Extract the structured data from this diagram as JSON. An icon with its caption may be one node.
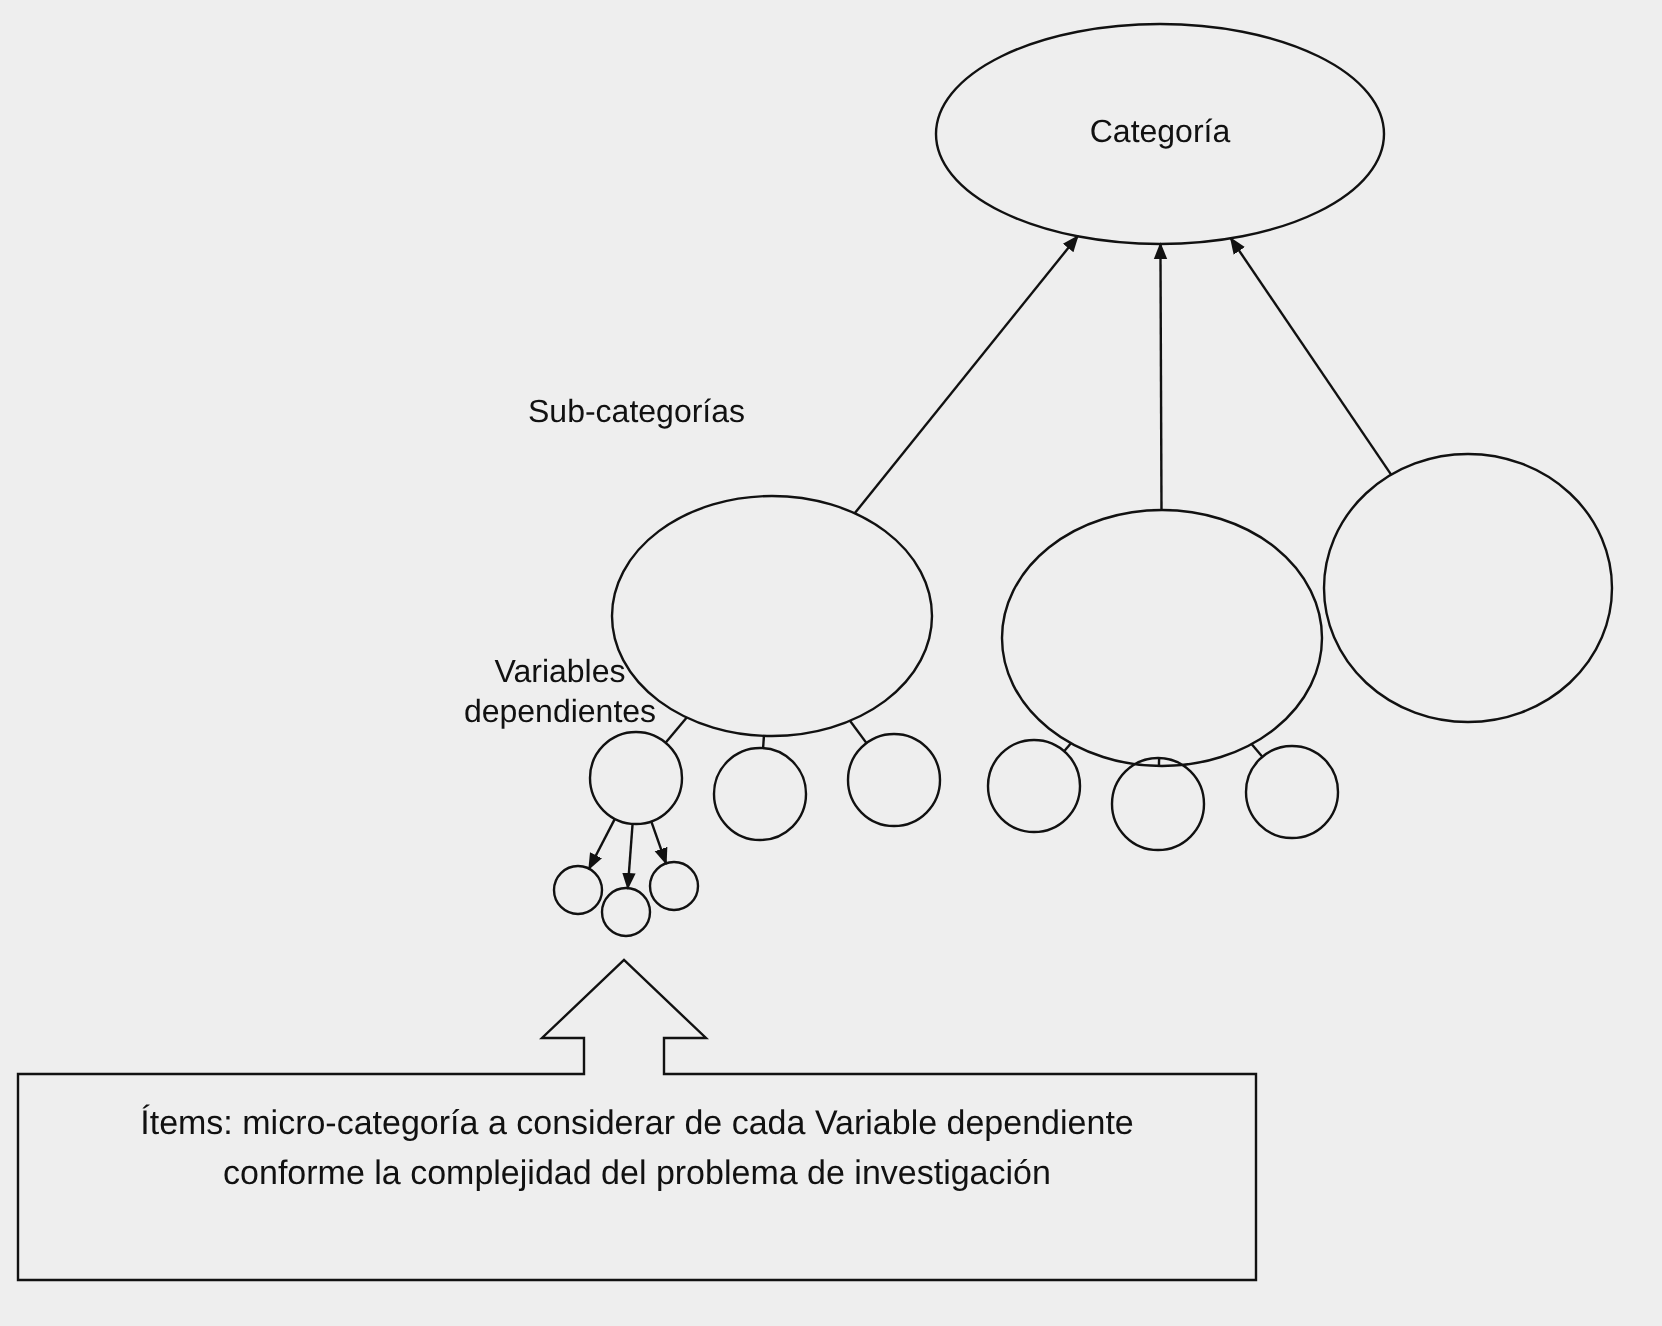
{
  "diagram": {
    "nodes": [
      {
        "text": [
          "Categoría"
        ]
      },
      {
        "text": [],
        "shape": "circle"
      },
      {
        "text": [],
        "shape": "circle"
      },
      {
        "text": [],
        "shape": "circle"
      },
      {
        "text": [],
        "shape": "circle"
      },
      {
        "text": [],
        "shape": "circle"
      },
      {
        "text": [],
        "shape": "circle"
      },
      {
        "text": [],
        "shape": "circle"
      },
      {
        "text": [],
        "shape": "circle"
      },
      {
        "text": [],
        "shape": "circle"
      },
      {
        "text": [],
        "shape": "circle"
      },
      {
        "text": [],
        "shape": "circle"
      },
      {
        "text": [],
        "shape": "circle"
      },
      {
        "text": [
          "Ítems: micro-categoría a considerar de cada Variable dependiente conforme la complejidad del problema de investigación"
        ]
      }
    ],
    "edges": [
      {
        "from": 1,
        "to": 0,
        "arrow": "to"
      },
      {
        "from": 2,
        "to": 0,
        "arrow": "to"
      },
      {
        "from": 3,
        "to": 0,
        "arrow": "to"
      },
      {
        "from": 1,
        "to": 4,
        "arrow": "none"
      },
      {
        "from": 1,
        "to": 5,
        "arrow": "none"
      },
      {
        "from": 1,
        "to": 6,
        "arrow": "none"
      },
      {
        "from": 2,
        "to": 7,
        "arrow": "none"
      },
      {
        "from": 2,
        "to": 8,
        "arrow": "none"
      },
      {
        "from": 2,
        "to": 9,
        "arrow": "none"
      },
      {
        "from": 4,
        "to": 10,
        "arrow": "to"
      },
      {
        "from": 4,
        "to": 11,
        "arrow": "to"
      },
      {
        "from": 4,
        "to": 12,
        "arrow": "to"
      }
    ],
    "labels": [
      "Sub-categorías",
      "Variables dependientes"
    ]
  }
}
